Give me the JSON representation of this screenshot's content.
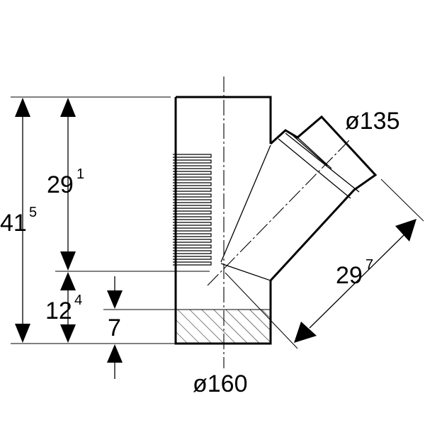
{
  "dimensions": {
    "overall_height": {
      "main": "41",
      "sup": "5"
    },
    "upper_height": {
      "main": "29",
      "sup": "1"
    },
    "lower_height": {
      "main": "12",
      "sup": "4"
    },
    "insertion_depth": {
      "main": "7"
    },
    "branch_length": {
      "main": "29",
      "sup": "7"
    },
    "branch_diameter": "ø135",
    "main_diameter": "ø160"
  }
}
